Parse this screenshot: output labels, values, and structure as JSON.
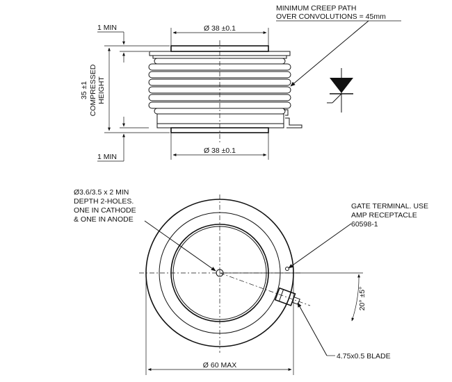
{
  "side_view": {
    "top_min_label": "1 MIN",
    "bottom_min_label": "1 MIN",
    "top_diameter": "Ø 38 ±0.1",
    "bottom_diameter": "Ø 38 ±0.1",
    "height_value": "35 ±1",
    "height_caption_1": "COMPRESSED",
    "height_caption_2": "HEIGHT",
    "creep_note_line_1": "MINIMUM CREEP PATH",
    "creep_note_line_2": "OVER CONVOLUTIONS = 45mm"
  },
  "top_view": {
    "hole_note": [
      "Ø3.6/3.5 x 2 MIN",
      "DEPTH 2-HOLES.",
      "ONE IN CATHODE",
      "& ONE IN ANODE"
    ],
    "gate_note": [
      "GATE TERMINAL. USE",
      "AMP RECEPTACLE",
      "60598-1"
    ],
    "angle_label": "20° ±5°",
    "blade_label": "4.75x0.5  BLADE",
    "outer_diameter": "Ø 60 MAX"
  },
  "symbol": {
    "name": "thyristor-symbol"
  }
}
